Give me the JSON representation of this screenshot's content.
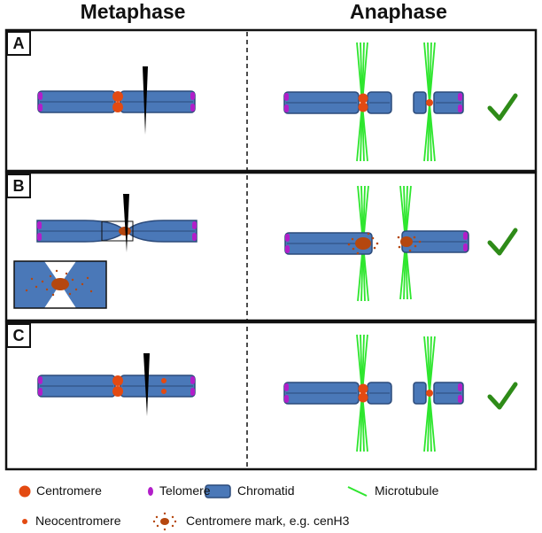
{
  "headers": {
    "metaphase": "Metaphase",
    "anaphase": "Anaphase"
  },
  "rows": [
    {
      "label": "A",
      "outcome": "success"
    },
    {
      "label": "B",
      "outcome": "success"
    },
    {
      "label": "C",
      "outcome": "success"
    }
  ],
  "legend": {
    "centromere": "Centromere",
    "telomere": "Telomere",
    "chromatid": "Chromatid",
    "microtubule": "Microtubule",
    "neocentromere": "Neocentromere",
    "centromere_mark": "Centromere mark, e.g. cenH3"
  },
  "colors": {
    "chromatid_fill": "#4a78b8",
    "chromatid_stroke": "#2b4a7a",
    "centromere": "#e34a12",
    "telomere": "#b21ec9",
    "microtubule": "#2ee62e",
    "mark": "#b5470f",
    "check": "#2e8b18",
    "cut": "#000000"
  },
  "icons": {
    "row_outcome": "check-icon",
    "cut": "cut-wedge-icon"
  }
}
